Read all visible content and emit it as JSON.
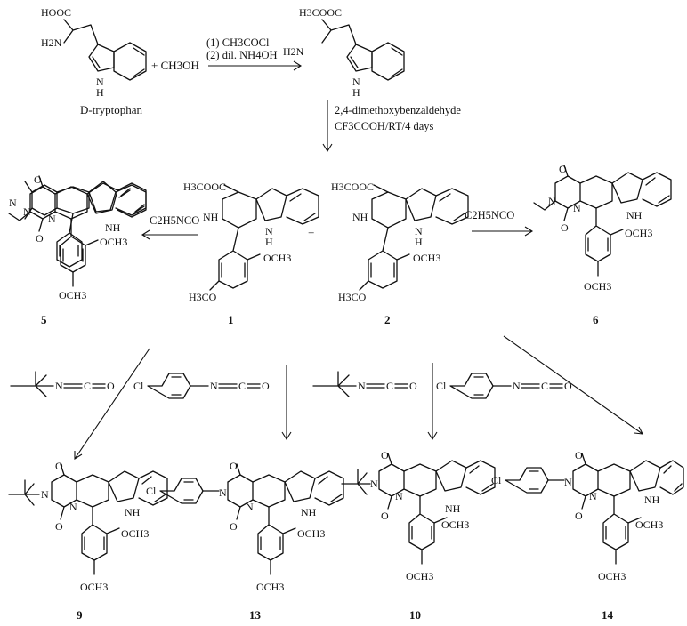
{
  "reagents": {
    "methanol": "+ CH3OH",
    "step1_a": "(1) CH3COCl",
    "step1_b": "(2) dil. NH4OH",
    "step2_a": "2,4-dimethoxybenzaldehyde",
    "step2_b": "CF3COOH/RT/4 days",
    "ethyl_isocyanate": "C2H5NCO",
    "plus": "+"
  },
  "compounds": {
    "d_tryptophan": {
      "name": "D-tryptophan",
      "acid_group": "HOOC",
      "amine": "H2N",
      "nh": "N",
      "h": "H"
    },
    "methyl_ester": {
      "ester_group": "H3COOC",
      "amine": "H2N",
      "nh": "N",
      "h": "H"
    },
    "c1": {
      "number": "1",
      "ester": "H3COOC",
      "nh": "NH",
      "indole_nh": "N",
      "h": "H",
      "ome1": "OCH3",
      "ome2": "H3CO"
    },
    "c2": {
      "number": "2",
      "ester": "H3COOC",
      "nh": "NH",
      "indole_nh": "N",
      "h": "H",
      "ome1": "OCH3",
      "ome2": "H3CO"
    },
    "c5": {
      "number": "5"
    },
    "c6": {
      "number": "6"
    },
    "c9": {
      "number": "9"
    },
    "c13": {
      "number": "13"
    },
    "c10": {
      "number": "10"
    },
    "c14": {
      "number": "14"
    }
  },
  "atom_labels": {
    "O": "O",
    "N": "N",
    "NH": "NH",
    "H": "H",
    "C": "C",
    "Cl": "Cl",
    "OCH3": "OCH3"
  }
}
